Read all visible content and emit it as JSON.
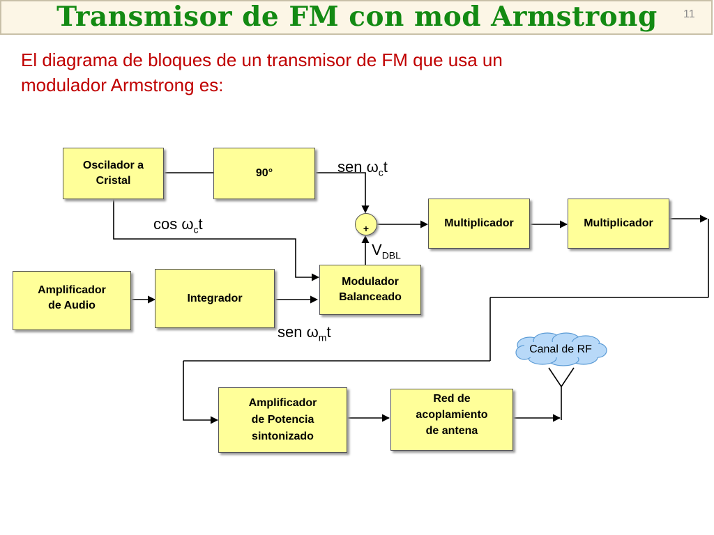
{
  "slide": {
    "title": "Transmisor de FM con mod Armstrong",
    "number": "11",
    "intro_line1": "El diagrama de bloques  de un transmisor de FM que usa un",
    "intro_line2": "modulador Armstrong  es:"
  },
  "blocks": {
    "oscillator": [
      "Oscilador a",
      "Cristal"
    ],
    "phase_shift": "90°",
    "multiplier1": "Multiplicador",
    "multiplier2": "Multiplicador",
    "audio_amp": [
      "Amplificador",
      "de Audio"
    ],
    "integrator": "Integrador",
    "balanced_mod": [
      "Modulador",
      "Balanceado"
    ],
    "power_amp": [
      "Amplificador",
      "de Potencia",
      "sintonizado"
    ],
    "coupling": [
      "Red de",
      "acoplamiento",
      "de antena"
    ]
  },
  "summer": {
    "symbol": "+"
  },
  "signals": {
    "sin_c": {
      "prefix": "sen ",
      "omega": "ω",
      "sub": "c",
      "suffix": "t"
    },
    "cos_c": {
      "prefix": "cos ",
      "omega": "ω",
      "sub": "c",
      "suffix": "t"
    },
    "sin_m": {
      "prefix": "sen ",
      "omega": "ω",
      "sub": "m",
      "suffix": "t"
    },
    "vdbl": {
      "main": "V",
      "sub": "DBL"
    }
  },
  "callout": {
    "text": "Canal de RF"
  },
  "colors": {
    "title": "#138a13",
    "intro": "#c00000",
    "block_fill": "#ffff99",
    "callout_fill": "#b8d9f8",
    "callout_border": "#5b9bd5"
  }
}
